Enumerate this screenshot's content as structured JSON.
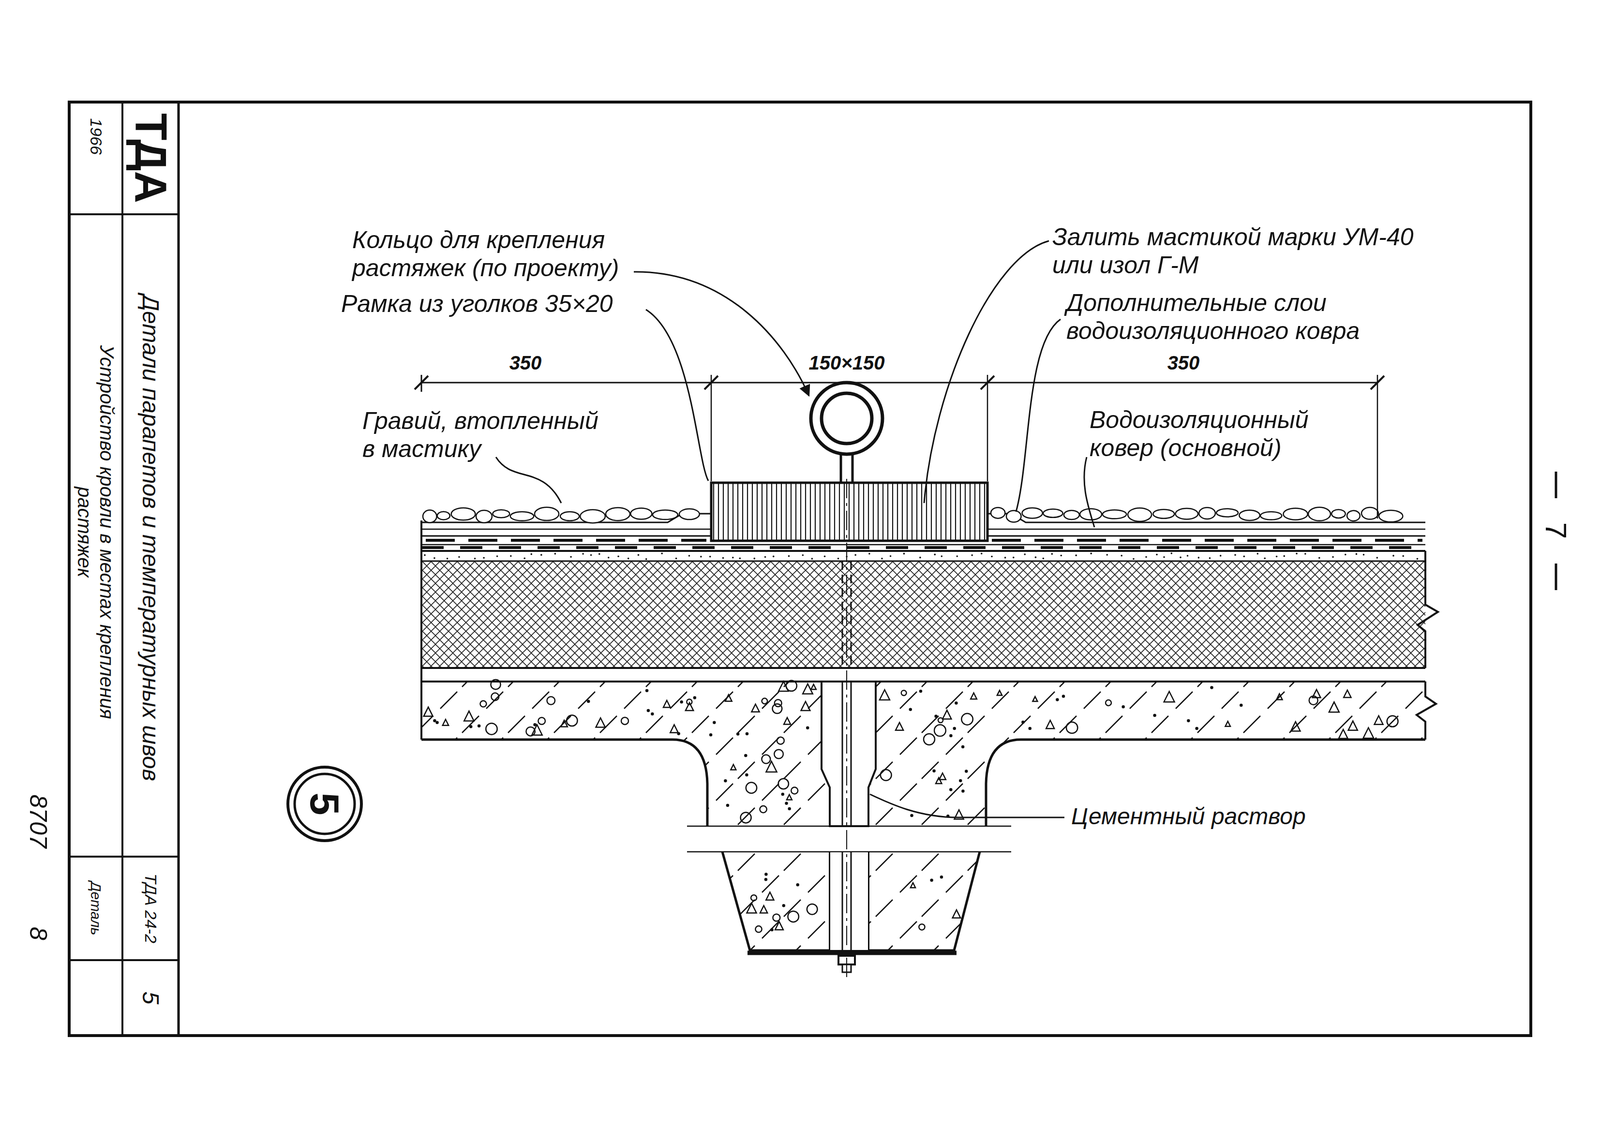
{
  "diagram": {
    "nodes": [
      {
        "text": [
          "5"
        ]
      }
    ],
    "labels": [
      "ТДА",
      "1966",
      "Детали парапетов и температурных швов",
      "Устройство кровли в местах крепления растяжек",
      "ТДА 24-2",
      "Деталь",
      "5",
      "8707",
      "8",
      "Кольцо для крепления растяжек (по проекту)",
      "Рамка из уголков 35×20",
      "Залить мастикой марки УМ-40 или изол Г-М",
      "Дополнительные слои водоизоляционного ковра",
      "350",
      "150×150",
      "350",
      "Гравий, втопленный в мастику",
      "Водоизоляционный ковер (основной)",
      "Цементный раствор",
      "7"
    ]
  }
}
